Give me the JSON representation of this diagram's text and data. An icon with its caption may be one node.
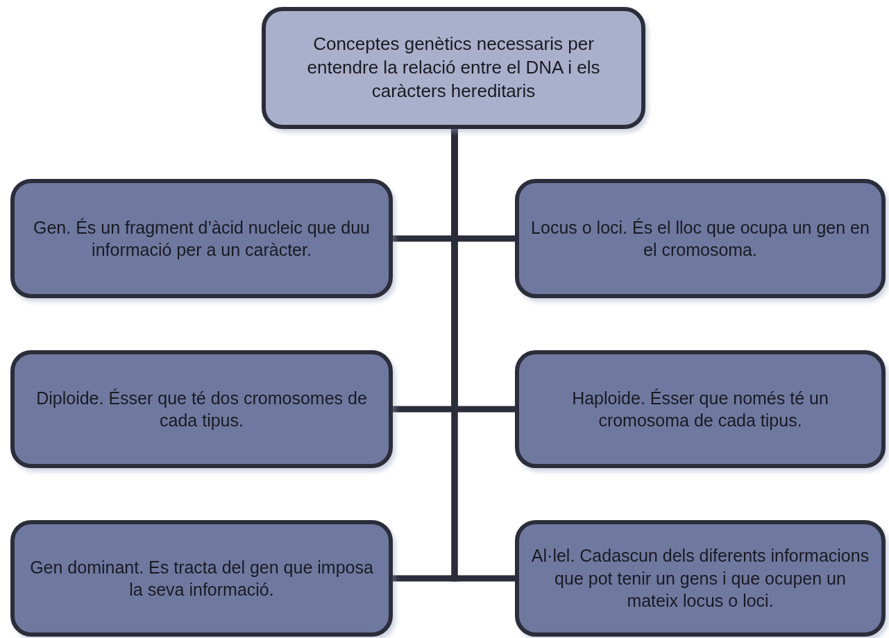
{
  "diagram": {
    "nodes": [
      {
        "text": [
          "Conceptes genètics necessaris per entendre la relació entre el DNA i els caràcters hereditaris"
        ]
      },
      {
        "text": [
          "Gen. És un fragment d’àcid nucleic que duu informació per a un caràcter."
        ]
      },
      {
        "text": [
          "Locus o loci. És el lloc que ocupa un gen en el cromosoma."
        ]
      },
      {
        "text": [
          "Diploide. Ésser que té dos cromosomes de cada tipus."
        ]
      },
      {
        "text": [
          "Haploide. Ésser que només té un cromosoma de cada tipus."
        ]
      },
      {
        "text": [
          "Gen dominant. Es tracta del gen que imposa la seva informació."
        ]
      },
      {
        "text": [
          "Al·lel. Cadascun dels diferents informacions que pot tenir un gens i que ocupen un mateix locus o loci."
        ]
      }
    ],
    "edges": [
      {
        "from": 0,
        "to": 1,
        "arrow": "none"
      },
      {
        "from": 0,
        "to": 2,
        "arrow": "none"
      },
      {
        "from": 0,
        "to": 3,
        "arrow": "none"
      },
      {
        "from": 0,
        "to": 4,
        "arrow": "none"
      },
      {
        "from": 0,
        "to": 5,
        "arrow": "none"
      },
      {
        "from": 0,
        "to": 6,
        "arrow": "none"
      }
    ]
  }
}
